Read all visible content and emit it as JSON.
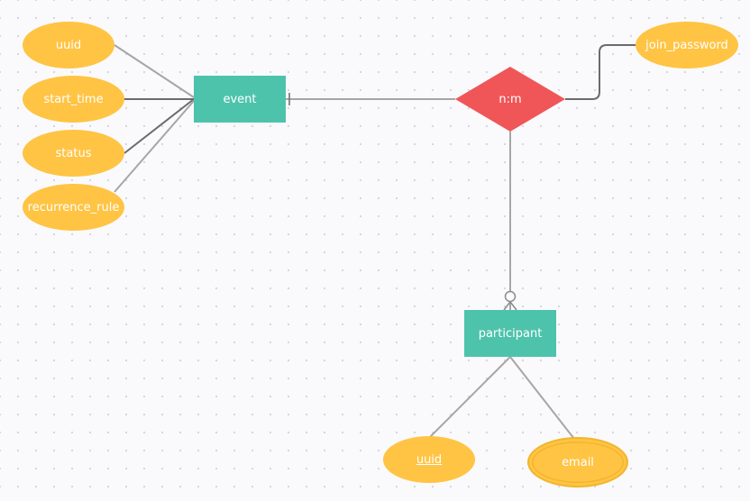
{
  "diagram": {
    "entities": {
      "event": "event",
      "participant": "participant"
    },
    "relationship": {
      "label": "n:m"
    },
    "attributes": {
      "event_uuid": "uuid",
      "start_time": "start_time",
      "status": "status",
      "recurrence_rule": "recurrence_rule",
      "join_password": "join_password",
      "participant_uuid": "uuid",
      "email": "email"
    },
    "colors": {
      "entity": "#4ec3ac",
      "attribute": "#ffc444",
      "relationship": "#f05658",
      "connector": "#a6a6a6",
      "connector_dark": "#6b6b6b"
    }
  }
}
